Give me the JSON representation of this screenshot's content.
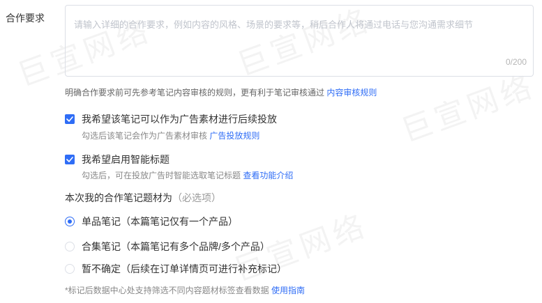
{
  "watermark": "巨宣网络",
  "requirement": {
    "label": "合作要求",
    "placeholder": "请输入详细的合作要求，例如内容的风格、场景的要求等，稍后合作人将通过电话与您沟通需求细节",
    "value": "",
    "counter": "0/200"
  },
  "review_hint": {
    "text": "明确合作要求前可先参考笔记内容审核的规则，更有利于笔记审核通过",
    "link": "内容审核规则"
  },
  "options": [
    {
      "label": "我希望该笔记可以作为广告素材进行后续投放",
      "checked": true,
      "hint": "勾选后该笔记会作为广告素材审核",
      "link": "广告投放规则"
    },
    {
      "label": "我希望启用智能标题",
      "checked": true,
      "hint": "勾选后，可在投放广告时智能选取笔记标题",
      "link": "查看功能介绍"
    }
  ],
  "material": {
    "title": "本次我的合作笔记题材为",
    "optional": "（必选项）",
    "choices": [
      {
        "label": "单品笔记（本篇笔记仅有一个产品）",
        "selected": true
      },
      {
        "label": "合集笔记（本篇笔记有多个品牌/多个产品）",
        "selected": false
      },
      {
        "label": "暂不确定（后续在订单详情页可进行补充标记）",
        "selected": false
      }
    ]
  },
  "footnote": {
    "text": "*标记后数据中心处支持筛选不同内容题材标签查看数据",
    "link": "使用指南"
  },
  "colors": {
    "accent": "#2f6df6",
    "text": "#333333",
    "muted": "#888888"
  }
}
